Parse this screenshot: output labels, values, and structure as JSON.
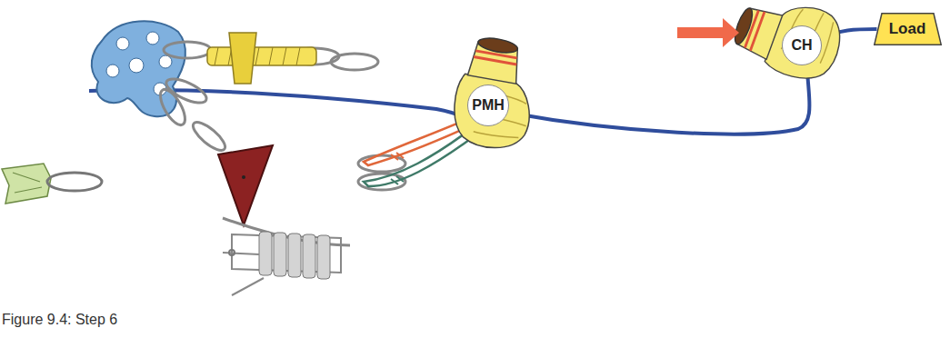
{
  "diagram": {
    "caption": "Figure 9.4: Step 6",
    "nodes": [
      {
        "text": [
          "PMH"
        ]
      },
      {
        "text": [
          "CH"
        ]
      },
      {
        "text": [
          "Load"
        ]
      }
    ],
    "edges": [
      {
        "from": 0,
        "to": 1,
        "arrow": "none"
      },
      {
        "from": 1,
        "to": 2,
        "arrow": "none"
      }
    ]
  }
}
